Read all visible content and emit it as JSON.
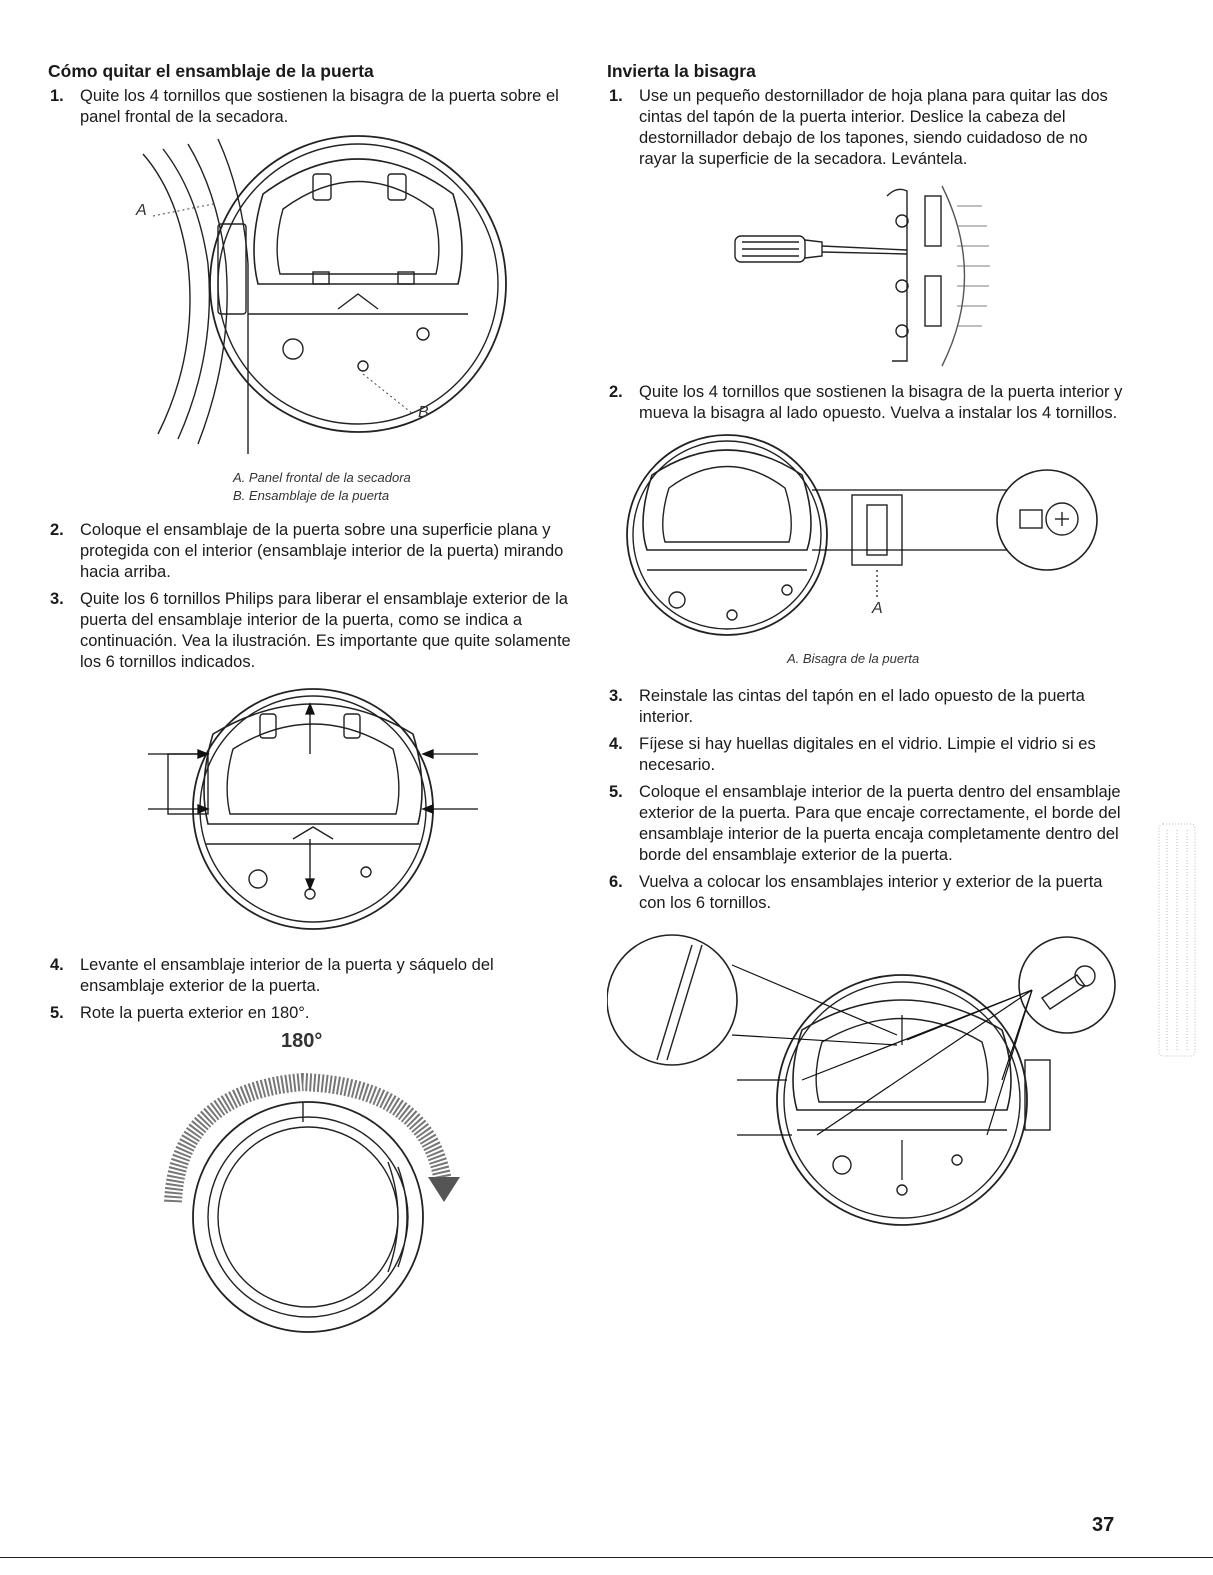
{
  "left": {
    "heading": "Cómo quitar el ensamblaje de la puerta",
    "steps": [
      {
        "num": "1.",
        "text": "Quite los 4 tornillos que sostienen la bisagra de la puerta sobre el panel frontal de la secadora."
      },
      {
        "num": "2.",
        "text": "Coloque el ensamblaje de la puerta sobre una superficie plana y protegida con el interior (ensamblaje interior de la puerta) mirando hacia arriba."
      },
      {
        "num": "3.",
        "text": "Quite los 6 tornillos Philips para liberar el ensamblaje exterior de la puerta del ensamblaje interior de la puerta, como se indica a continuación. Vea la ilustración. Es importante que quite solamente los 6 tornillos indicados."
      },
      {
        "num": "4.",
        "text": "Levante el ensamblaje interior de la puerta y sáquelo del ensamblaje exterior de la puerta."
      },
      {
        "num": "5.",
        "text": "Rote la puerta exterior en 180°."
      }
    ],
    "fig1": {
      "label_a": "A",
      "label_b": "B",
      "caption_a": "A. Panel frontal de la secadora",
      "caption_b": "B. Ensamblaje de la puerta"
    },
    "fig3": {
      "rotation_label": "180°"
    }
  },
  "right": {
    "heading": "Invierta la bisagra",
    "steps": [
      {
        "num": "1.",
        "text": "Use un pequeño destornillador de hoja plana para quitar las dos cintas del tapón de la puerta interior. Deslice la cabeza del destornillador debajo de los tapones, siendo cuidadoso de no rayar la superficie de la secadora. Levántela."
      },
      {
        "num": "2.",
        "text": "Quite los 4 tornillos que sostienen la bisagra de la puerta interior y mueva la bisagra al lado opuesto. Vuelva a instalar los 4 tornillos."
      },
      {
        "num": "3.",
        "text": "Reinstale las cintas del tapón en el lado opuesto de la puerta interior."
      },
      {
        "num": "4.",
        "text": "Fíjese si hay huellas digitales en el vidrio. Limpie el vidrio si es necesario."
      },
      {
        "num": "5.",
        "text": "Coloque el ensamblaje interior de la puerta dentro del ensamblaje exterior de la puerta. Para que encaje correctamente, el borde del ensamblaje interior de la puerta encaja completamente dentro del borde del ensamblaje exterior de la puerta."
      },
      {
        "num": "6.",
        "text": "Vuelva a colocar los ensamblajes interior y exterior de la puerta con los 6 tornillos."
      }
    ],
    "fig2": {
      "label_a": "A",
      "caption_a": "A. Bisagra de la puerta"
    }
  },
  "page_number": "37"
}
